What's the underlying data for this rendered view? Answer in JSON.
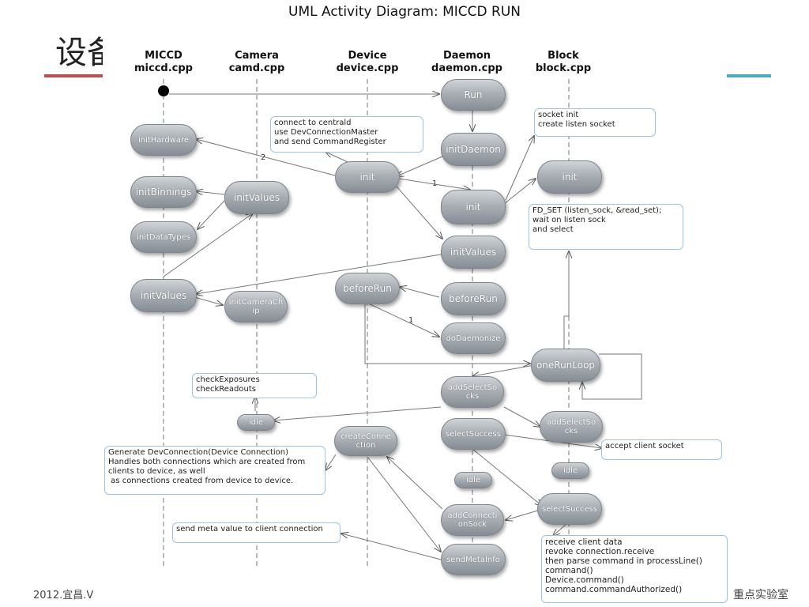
{
  "slide": {
    "title": "设备",
    "footer_left": "2012.宜昌.V",
    "footer_right": "重点实验室",
    "accent_red": "#c0504d",
    "accent_blue": "#4bacc6"
  },
  "diagram": {
    "title": "UML Activity Diagram: MICCD RUN",
    "lanes": [
      {
        "line1": "MICCD",
        "line2": "miccd.cpp"
      },
      {
        "line1": "Camera",
        "line2": "camd.cpp"
      },
      {
        "line1": "Device",
        "line2": "device.cpp"
      },
      {
        "line1": "Daemon",
        "line2": "daemon.cpp"
      },
      {
        "line1": "Block",
        "line2": "block.cpp"
      }
    ],
    "nodes": {
      "run": "Run",
      "initHardware": "initHardware",
      "initBinnings": "initBinnings",
      "initDataTypes": "initDataTypes",
      "initValuesMiccd": "initValues",
      "initValuesCamera": "initValues",
      "initCameraChip": "initCameraChip",
      "idleCamera": "idle",
      "initDevice": "init",
      "beforeRunDevice": "beforeRun",
      "createConnection": "createConnection",
      "initDaemonNode": "initDaemon",
      "initDaemon": "init",
      "initValuesDaemon": "initValues",
      "beforeRunDaemon": "beforeRun",
      "doDaemonize": "doDaemonize",
      "addSelectSocksDaemon": "addSelectSocks",
      "selectSuccessDaemon": "selectSuccess",
      "idleDaemon": "idle",
      "addConnectionSock": "addConnectionSock",
      "sendMetaInfo": "sendMetaInfo",
      "initBlock": "init",
      "oneRunLoop": "oneRunLoop",
      "addSelectSocksBlock": "addSelectSocks",
      "idleBlock": "idle",
      "selectSuccessBlock": "selectSuccess"
    },
    "notes": {
      "connect": "connect to centrald\nuse DevConnectionMaster\nand send CommandRegister",
      "socket": "socket init\ncreate listen socket",
      "fdset": "FD_SET (listen_sock, &read_set);\nwait on listen sock\nand select",
      "check": "checkExposures\ncheckReadouts",
      "generate": "Generate DevConnection(Device Connection)\nHandles both connections which are created from\nclients to device, as well\n as connections created from device to device.",
      "accept": "accept client socket",
      "meta": "send meta value to client connection",
      "receive": "receive client data\nrevoke connection.receive\nthen parse command in processLine()\ncommand()\nDevice.command()\ncommand.commandAuthorized()"
    },
    "edge_labels": {
      "init_to_hw": "2",
      "init_to_daemon_init": "1",
      "before_to_daemonize": "1"
    }
  }
}
